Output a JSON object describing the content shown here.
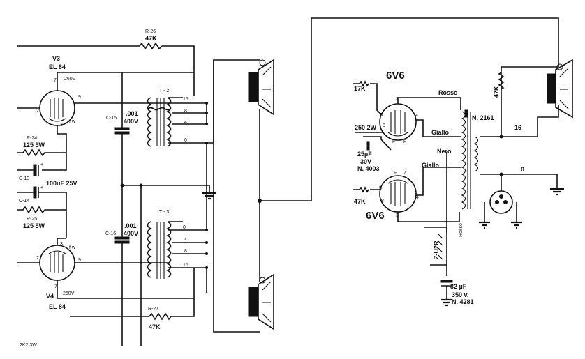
{
  "left_schematic": {
    "r26": {
      "name": "R-26",
      "value": "47K"
    },
    "v3": {
      "name": "V3",
      "type": "EL 84",
      "voltage": "260V",
      "pin7": "7",
      "pin9": "9",
      "pin2": "2",
      "pin3": "3",
      "pin_fw": "f w"
    },
    "v4": {
      "name": "V4",
      "type": "EL 84",
      "voltage": "260V",
      "pin3": "3",
      "pin9": "9",
      "pin2": "2",
      "pin7": "7",
      "pin_fw": "f w"
    },
    "r24": {
      "name": "R-24",
      "value": "125 5W"
    },
    "c13": {
      "name": "C-13",
      "plus": "+"
    },
    "c13_value": "100uF 25V",
    "c14": {
      "name": "C-14",
      "plus": "+"
    },
    "r25": {
      "name": "R-25",
      "value": "125 5W"
    },
    "c15": {
      "name": "C-15",
      "value1": ".001",
      "value2": "400V"
    },
    "c16": {
      "name": "C-16",
      "value1": ".001",
      "value2": "400V"
    },
    "t2": {
      "name": "T - 2",
      "taps": [
        "16",
        "8",
        "4",
        "0"
      ]
    },
    "t3": {
      "name": "T - 3",
      "taps": [
        "0",
        "4",
        "8",
        "16"
      ]
    },
    "r27": {
      "name": "R-27",
      "value": "47K"
    },
    "bottom_fragment": "2K2 3W"
  },
  "right_schematic": {
    "tube_top": {
      "type": "6V6",
      "pins": [
        "3",
        "5",
        "4",
        "8",
        "F",
        "F"
      ]
    },
    "tube_bottom": {
      "type": "6V6",
      "pins": [
        "3",
        "F",
        "7",
        "5",
        "4",
        "8"
      ]
    },
    "resistor_17k": "17K",
    "resistor_250": "250  2W",
    "cap_25uf": {
      "line1": "25µF",
      "line2": "30V",
      "line3": "N. 4003"
    },
    "resistor_47k_bottom": "47K",
    "resistor_47k_feedback": "47K",
    "transformer": {
      "part": "N. 2161",
      "rosso_top": "Rosso",
      "giallo_top": "Giallo",
      "nero": "Nero",
      "giallo_bottom": "Giallo",
      "rosso_bottom": "Rosso"
    },
    "tap_16": "16",
    "tap_0": "0",
    "rectifier_label": "Z-U2R",
    "cap_32uf": {
      "line1": "32 µF",
      "line2": "350 v.",
      "line3": "N. 4281"
    }
  }
}
